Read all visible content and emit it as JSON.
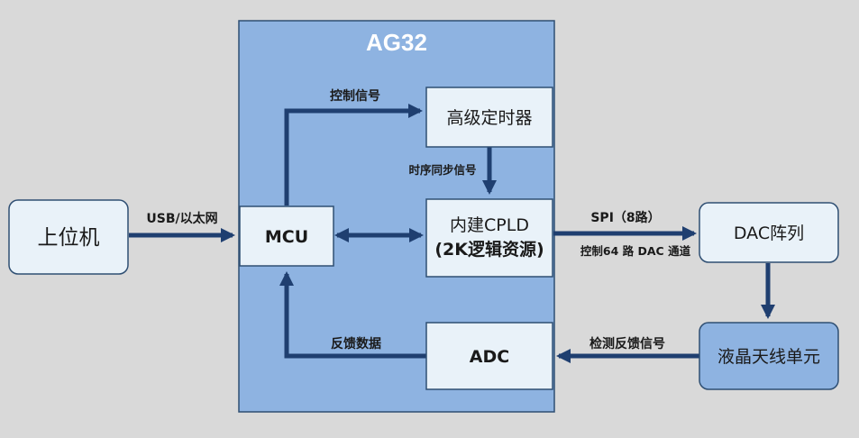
{
  "chip": {
    "title": "AG32"
  },
  "nodes": {
    "host": "上位机",
    "mcu": "MCU",
    "timer": "高级定时器",
    "cpld_line1": "内建CPLD",
    "cpld_line2": "(2K逻辑资源)",
    "adc": "ADC",
    "dac": "DAC阵列",
    "lcd": "液晶天线单元"
  },
  "edges": {
    "usb": "USB/以太网",
    "control_signal": "控制信号",
    "timing_sync": "时序同步信号",
    "feedback_data": "反馈数据",
    "spi": "SPI（8路）",
    "dac_channels": "控制64 路 DAC 通道",
    "detect_feedback": "检测反馈信号"
  },
  "colors": {
    "background": "#d9d9d9",
    "chip_fill": "#8eb3e1",
    "node_fill": "#e9f2f9",
    "lcd_fill": "#8eb3e1",
    "border": "#2f4f73",
    "arrow": "#1f3f70"
  }
}
